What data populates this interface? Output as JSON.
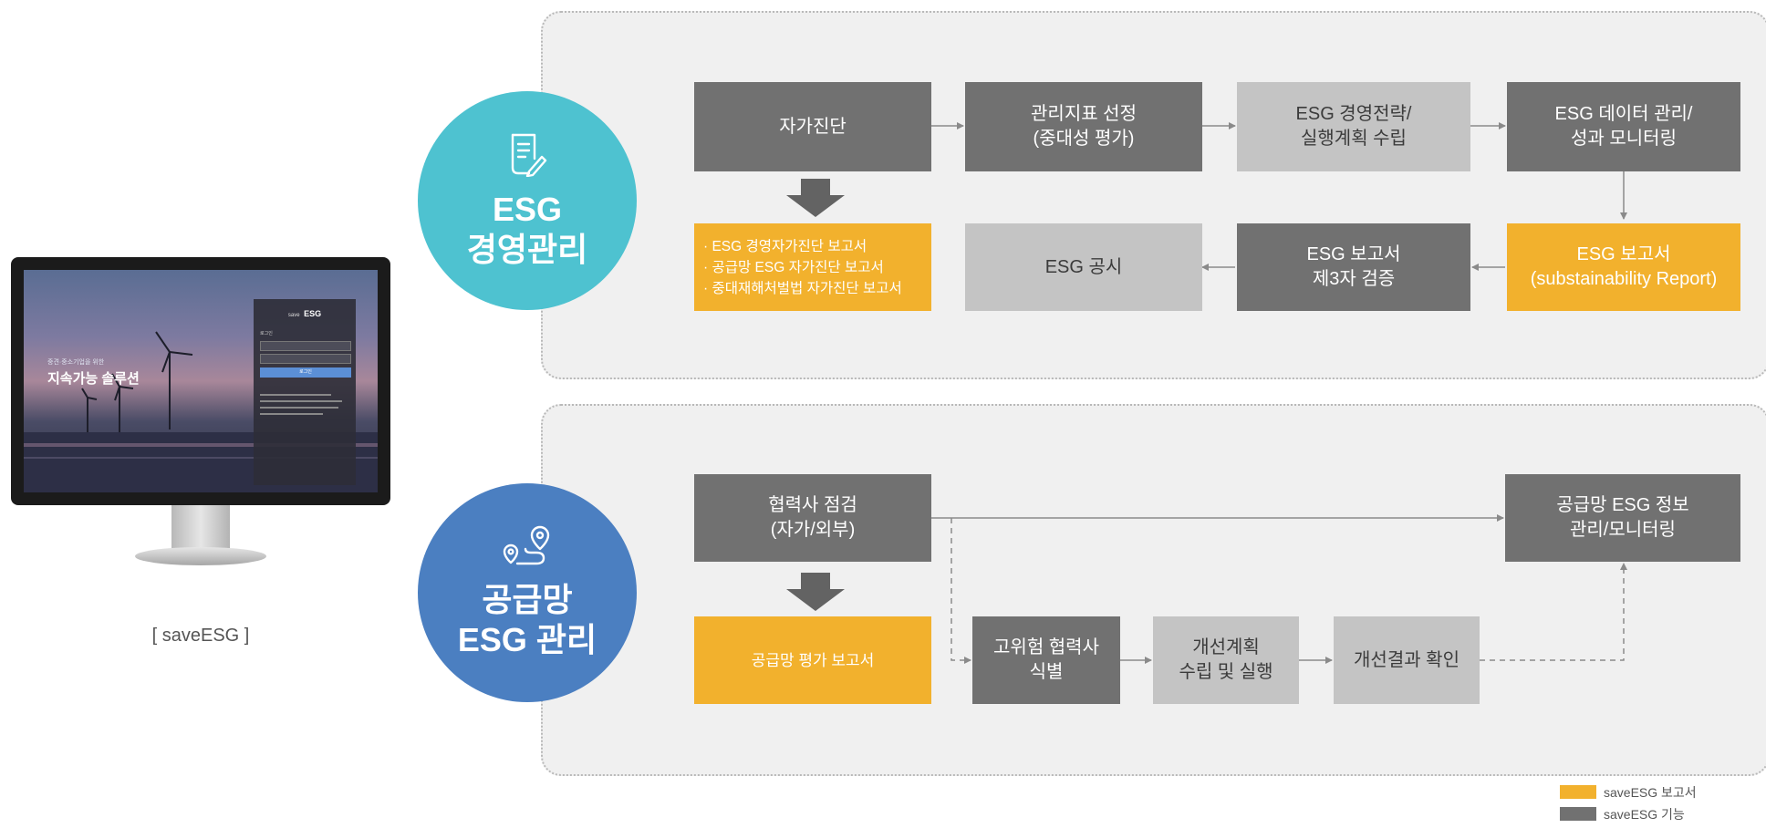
{
  "monitor": {
    "caption": "[ saveESG ]",
    "screen": {
      "logo_small": "save",
      "logo_big": "ESG",
      "headline_small": "중견·중소기업을 위한",
      "headline": "지속가능 솔루션",
      "panel_label": "로그인",
      "login_button": "로그인"
    }
  },
  "section1": {
    "title_line1": "ESG",
    "title_line2": "경영관리",
    "icon": "document-pen-icon",
    "steps": [
      "자가진단",
      "관리지표 선정\n(중대성 평가)",
      "ESG 경영전략/\n실행계획 수립",
      "ESG 데이터 관리/\n성과 모니터링"
    ],
    "report_list": [
      "· ESG 경영자가진단 보고서",
      "· 공급망 ESG 자가진단 보고서",
      "· 중대재해처벌법 자가진단 보고서"
    ],
    "row2": [
      "ESG 공시",
      "ESG 보고서\n제3자 검증",
      "ESG 보고서\n(substainability Report)"
    ]
  },
  "section2": {
    "title_line1": "공급망",
    "title_line2": "ESG 관리",
    "icon": "route-pin-icon",
    "partner_check": "협력사 점검\n(자가/외부)",
    "supply_info": "공급망 ESG 정보\n관리/모니터링",
    "report": "공급망 평가 보고서",
    "steps": [
      "고위험 협력사\n식별",
      "개선계획\n수립 및 실행",
      "개선결과 확인"
    ]
  },
  "legend": [
    {
      "label": "saveESG 보고서",
      "color": "#f2b12d"
    },
    {
      "label": "saveESG 기능",
      "color": "#717171"
    }
  ],
  "colors": {
    "teal": "#4ec2d0",
    "blue": "#4b7fc1",
    "yellow": "#f2b12d",
    "dark": "#717171",
    "light": "#c4c4c4"
  }
}
